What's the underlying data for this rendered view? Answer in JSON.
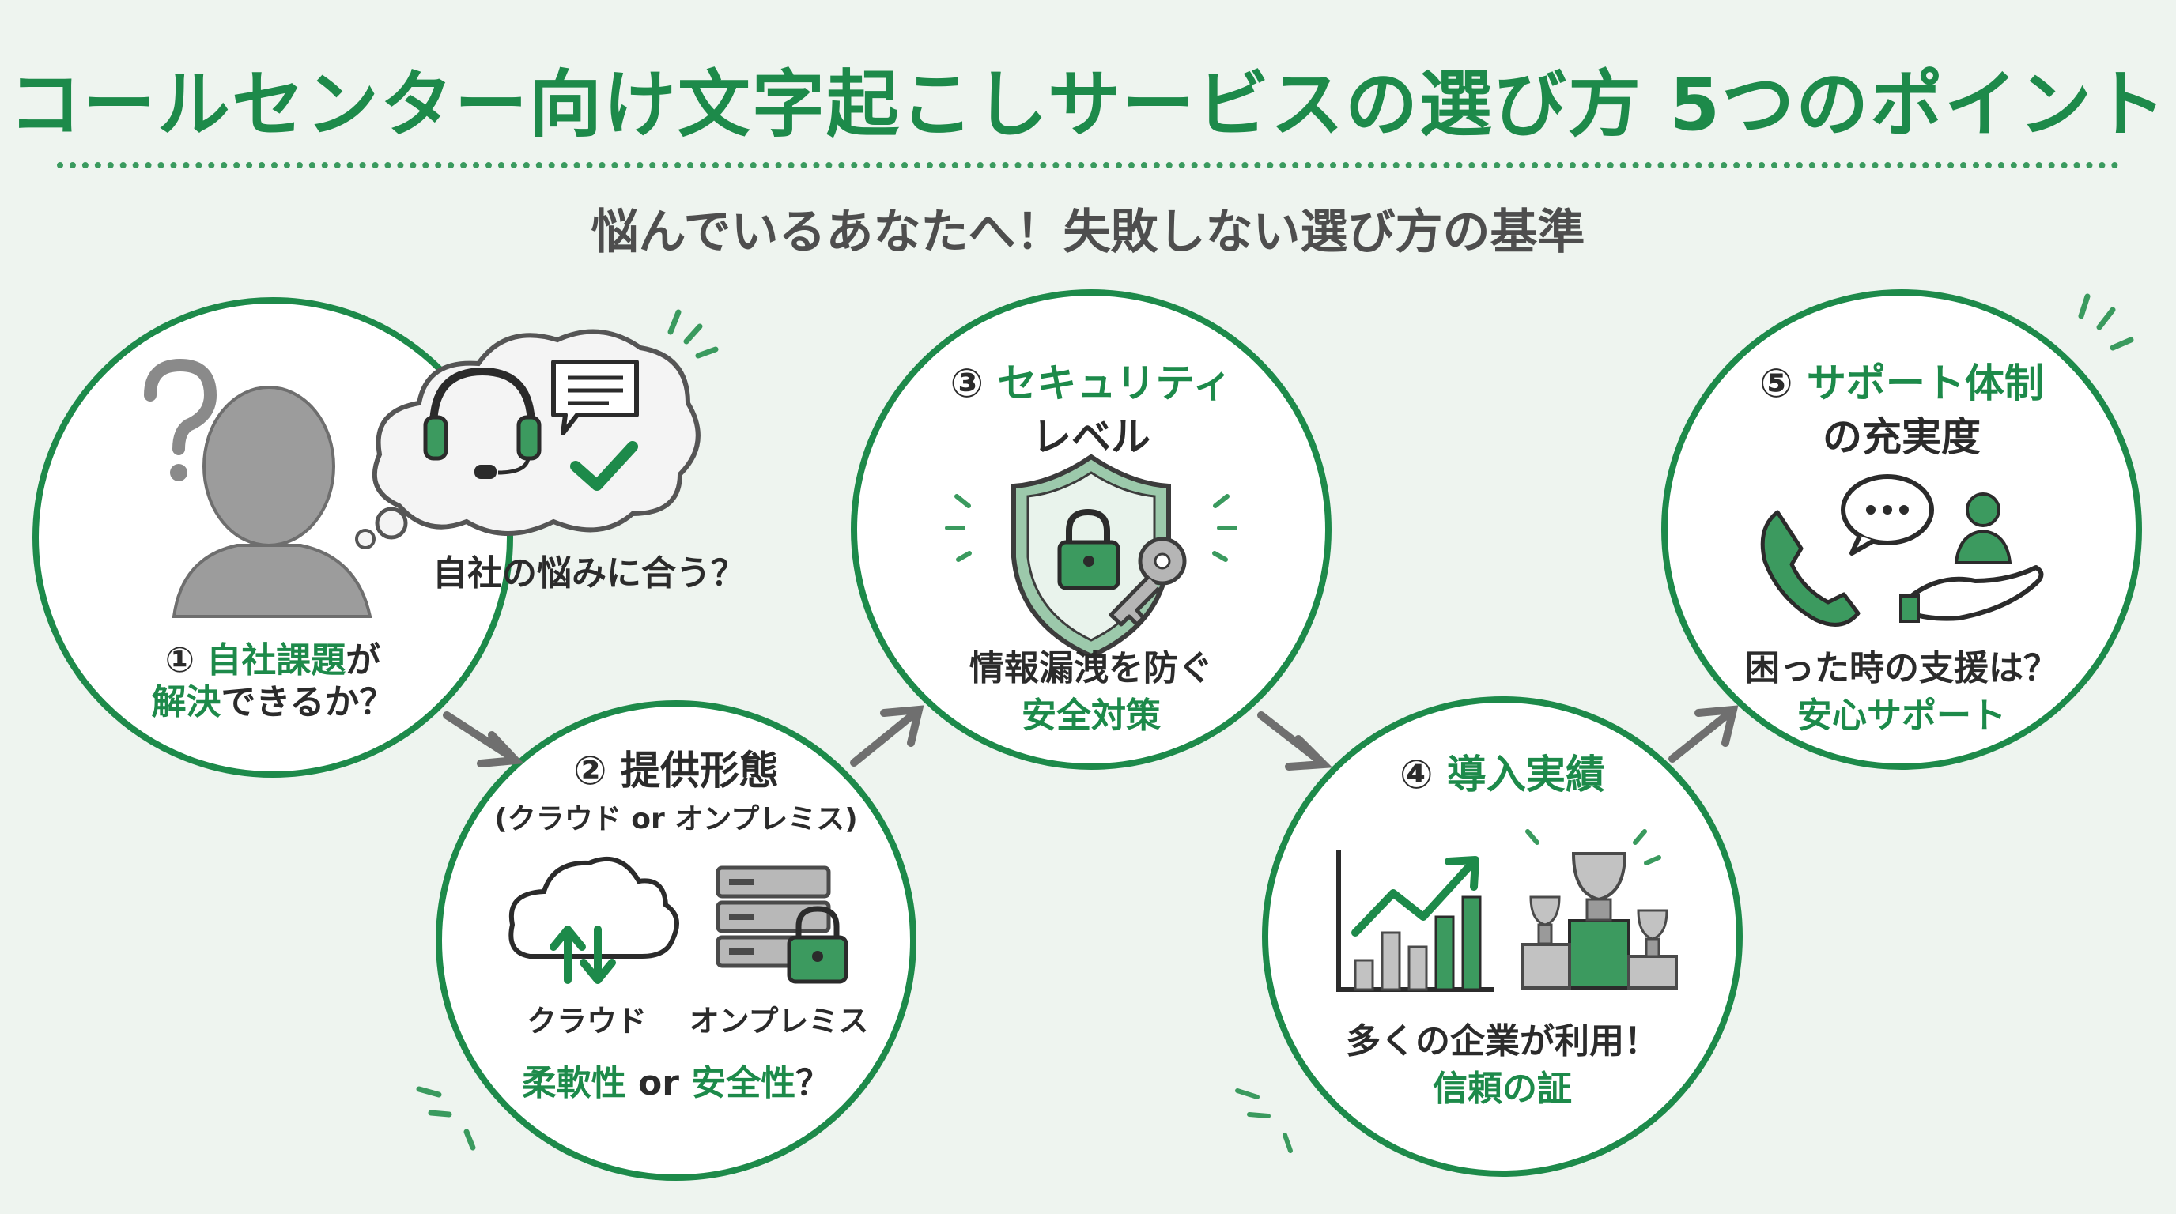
{
  "header": {
    "title": "コールセンター向け文字起こしサービスの選び方 5つのポイント",
    "subtitle": "悩んでいるあなたへ！失敗しない選び方の基準"
  },
  "points": [
    {
      "number": "①",
      "title_main": "自社課題",
      "title_rest": "が",
      "title_line2_main": "解決",
      "title_line2_rest": "できるか？",
      "bubble_text": "自社の悩みに合う？"
    },
    {
      "number": "②",
      "title": "提供形態",
      "sub": "(クラウド or オンプレミス)",
      "icon_label_1": "クラウド",
      "icon_label_2": "オンプレミス",
      "caption_a": "柔軟性",
      "caption_or": " or ",
      "caption_b": "安全性",
      "caption_q": "？"
    },
    {
      "number": "③",
      "title": "セキュリティ",
      "title_line2": "レベル",
      "caption_1": "情報漏洩を防ぐ",
      "caption_2": "安全対策"
    },
    {
      "number": "④",
      "title": "導入実績",
      "caption_1": "多くの企業が利用！",
      "caption_2": "信頼の証"
    },
    {
      "number": "⑤",
      "title": "サポート体制",
      "title_line2": "の充実度",
      "caption_1": "困った時の支援は？",
      "caption_2": "安心サポート"
    }
  ],
  "colors": {
    "accent": "#1d8a4a",
    "accent_light": "#5aa676",
    "gray": "#9a9a9a",
    "background": "#eef4ef"
  }
}
